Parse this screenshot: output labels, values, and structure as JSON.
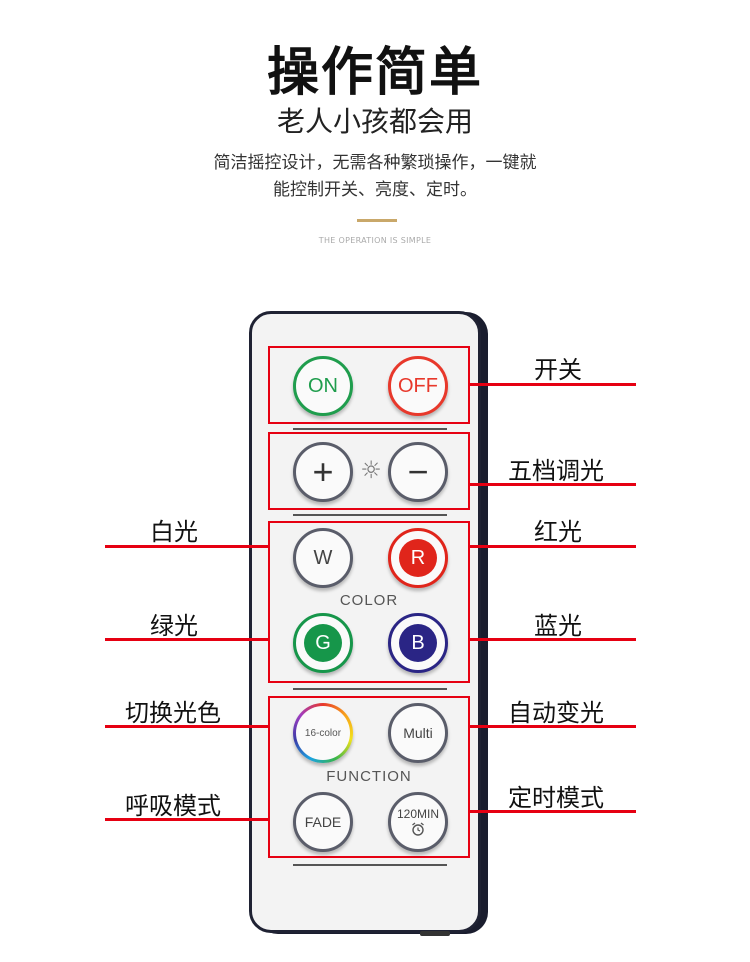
{
  "header": {
    "title": "操作简单",
    "subtitle": "老人小孩都会用",
    "desc_line1": "简洁摇控设计，无需各种繁琐操作，一键就",
    "desc_line2": "能控制开关、亮度、定时。",
    "eng": "THE OPERATION IS SIMPLE"
  },
  "remote": {
    "on_label": "ON",
    "off_label": "OFF",
    "plus_label": "+",
    "minus_label": "−",
    "sun_symbol": "☼",
    "w_label": "W",
    "r_label": "R",
    "g_label": "G",
    "b_label": "B",
    "color_label": "COLOR",
    "sixteen_label": "16-color",
    "multi_label": "Multi",
    "function_label": "FUNCTION",
    "fade_label": "FADE",
    "timer_label": "120MIN"
  },
  "annotations": {
    "switch": "开关",
    "brightness": "五档调光",
    "white": "白光",
    "red": "红光",
    "green": "绿光",
    "blue": "蓝光",
    "cycle": "切换光色",
    "auto": "自动变光",
    "breath": "呼吸模式",
    "timer": "定时模式"
  },
  "colors": {
    "accent_red": "#e60012",
    "on_green": "#1f9d4d",
    "off_red": "#e8382b",
    "r_fill": "#e0251b",
    "g_fill": "#16964a",
    "b_fill": "#2a2585",
    "gold": "#c9a86a"
  }
}
